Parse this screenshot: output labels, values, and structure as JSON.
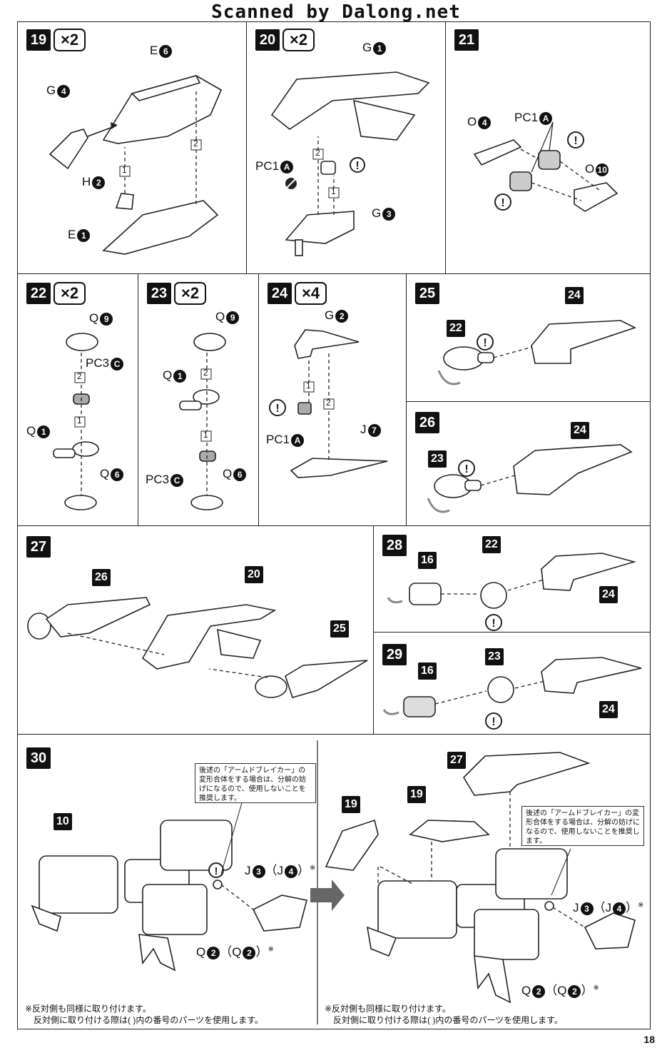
{
  "header": "Scanned by Dalong.net",
  "page_number": "18",
  "steps": {
    "s19": {
      "num": "19",
      "mult": "×2",
      "labels": [
        "E",
        "G",
        "H",
        "E"
      ],
      "circ": [
        "6",
        "4",
        "2",
        "1"
      ],
      "seq": [
        "1",
        "2"
      ]
    },
    "s20": {
      "num": "20",
      "mult": "×2",
      "labels": [
        "G",
        "PC1",
        "G"
      ],
      "circ": [
        "1",
        "A",
        "3"
      ],
      "seq": [
        "2",
        "1"
      ]
    },
    "s21": {
      "num": "21",
      "labels": [
        "O",
        "PC1",
        "O"
      ],
      "circ": [
        "4",
        "A",
        "10"
      ]
    },
    "s22": {
      "num": "22",
      "mult": "×2",
      "labels": [
        "Q",
        "PC3",
        "Q",
        "Q"
      ],
      "circ": [
        "9",
        "C",
        "1",
        "6"
      ],
      "seq": [
        "2",
        "1"
      ]
    },
    "s23": {
      "num": "23",
      "mult": "×2",
      "labels": [
        "Q",
        "Q",
        "PC3",
        "Q"
      ],
      "circ": [
        "9",
        "1",
        "C",
        "6"
      ],
      "seq": [
        "2",
        "1"
      ]
    },
    "s24": {
      "num": "24",
      "mult": "×4",
      "labels": [
        "G",
        "PC1",
        "J"
      ],
      "circ": [
        "2",
        "A",
        "7"
      ],
      "seq": [
        "1",
        "2"
      ]
    },
    "s25": {
      "num": "25",
      "refs": [
        "22",
        "24"
      ]
    },
    "s26": {
      "num": "26",
      "refs": [
        "23",
        "24"
      ]
    },
    "s27": {
      "num": "27",
      "refs": [
        "26",
        "20",
        "25"
      ]
    },
    "s28": {
      "num": "28",
      "refs": [
        "16",
        "22",
        "24"
      ]
    },
    "s29": {
      "num": "29",
      "refs": [
        "16",
        "23",
        "24"
      ]
    },
    "s30": {
      "num": "30",
      "refs_left": [
        "10"
      ],
      "refs_right": [
        "19",
        "19",
        "27"
      ],
      "j_label": "J",
      "j_circ": "3",
      "j_paren": "J",
      "j_paren_circ": "4",
      "mark": "※",
      "q_label": "Q",
      "q_circ": "2",
      "q_paren": "Q",
      "q_paren_circ": "2"
    }
  },
  "notes": {
    "n1": "後述の「アームドブレイカー」の変形合体をする場合は、分解の妨げになるので、使用しないことを推奨します。",
    "n2": "後述の「アームドブレイカー」の変形合体をする場合は、分解の妨げになるので、使用しないことを推奨します。"
  },
  "footnotes": {
    "left": "※反対側も同様に取り付けます。\n　反対側に取り付ける際は( )内の番号のパーツを使用します。",
    "right": "※反対側も同様に取り付けます。\n　反対側に取り付ける際は( )内の番号のパーツを使用します。"
  }
}
